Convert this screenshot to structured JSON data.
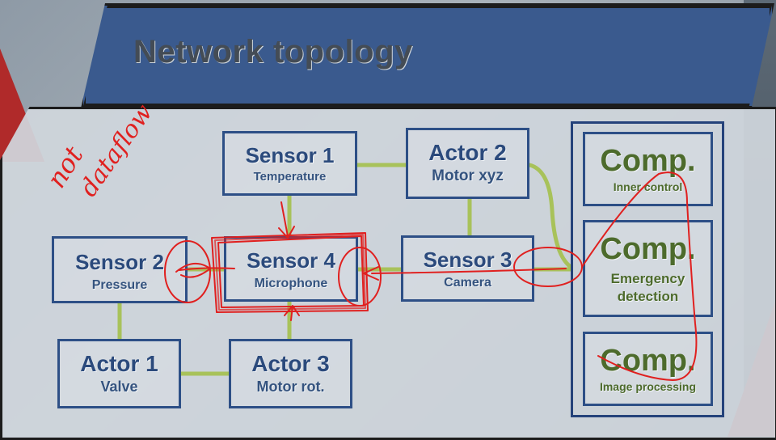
{
  "title": "Network topology",
  "nodes": {
    "sensor1": {
      "title": "Sensor 1",
      "subtitle": "Temperature"
    },
    "actor2": {
      "title": "Actor 2",
      "subtitle": "Motor xyz"
    },
    "sensor2": {
      "title": "Sensor 2",
      "subtitle": "Pressure"
    },
    "sensor4": {
      "title": "Sensor 4",
      "subtitle": "Microphone"
    },
    "sensor3": {
      "title": "Sensor 3",
      "subtitle": "Camera"
    },
    "actor1": {
      "title": "Actor 1",
      "subtitle": "Valve"
    },
    "actor3": {
      "title": "Actor 3",
      "subtitle": "Motor rot."
    },
    "comp1": {
      "title": "Comp.",
      "subtitle": "Inner control"
    },
    "comp2": {
      "title": "Comp.",
      "subtitle": "Emergency detection"
    },
    "comp3": {
      "title": "Comp.",
      "subtitle": "Image processing"
    }
  },
  "annotation": {
    "line1": "not",
    "line2": "dataflow"
  },
  "colors": {
    "link": "#a8c25a",
    "ink": "#e0201f",
    "box_border": "#2d4f86",
    "comp_text": "#4d6b2c"
  }
}
